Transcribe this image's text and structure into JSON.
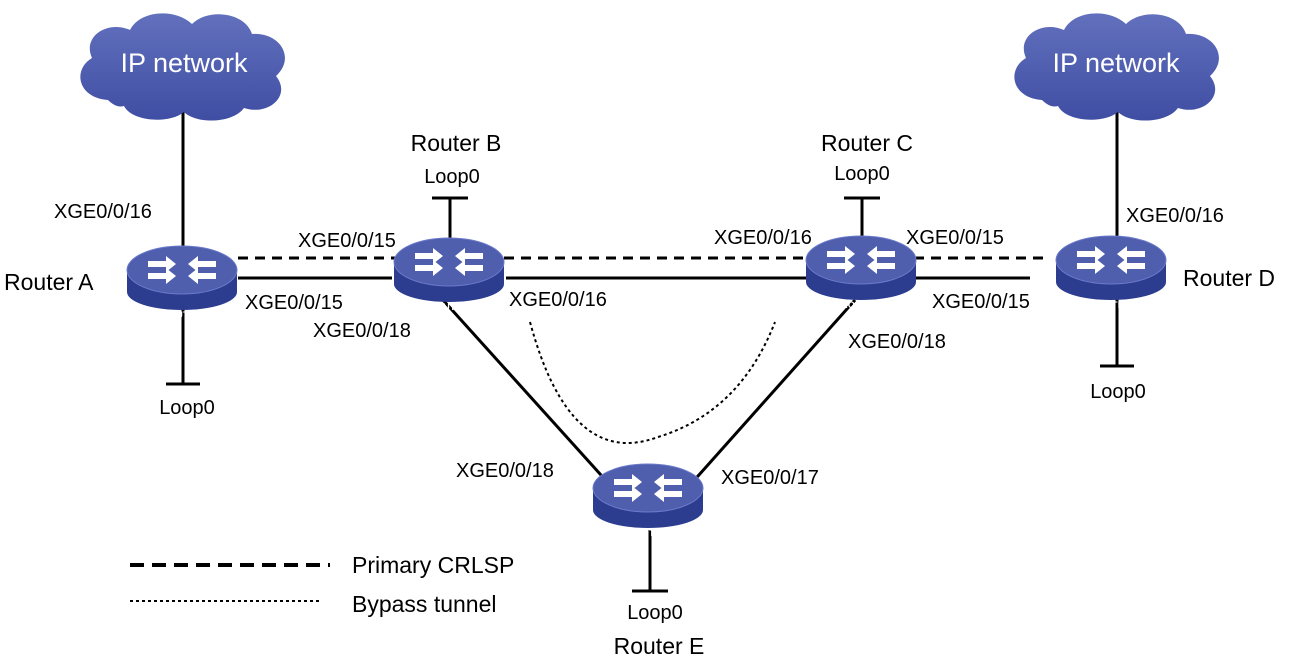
{
  "clouds": {
    "left": "IP network",
    "right": "IP network"
  },
  "routers": {
    "a": {
      "name": "Router A",
      "badge": "ROUTER",
      "loop": "Loop0"
    },
    "b": {
      "name": "Router B",
      "badge": "ROUTER",
      "loop": "Loop0"
    },
    "c": {
      "name": "Router C",
      "badge": "ROUTER",
      "loop": "Loop0"
    },
    "d": {
      "name": "Router D",
      "badge": "ROUTER",
      "loop": "Loop0"
    },
    "e": {
      "name": "Router E",
      "badge": "ROUTER",
      "loop": "Loop0"
    }
  },
  "interfaces": {
    "a_cloud": "XGE0/0/16",
    "a_b": "XGE0/0/15",
    "b_a": "XGE0/0/15",
    "b_c": "XGE0/0/16",
    "b_e": "XGE0/0/18",
    "c_b": "XGE0/0/16",
    "c_d": "XGE0/0/15",
    "c_e": "XGE0/0/18",
    "d_cloud": "XGE0/0/16",
    "d_c": "XGE0/0/15",
    "e_b": "XGE0/0/18",
    "e_c": "XGE0/0/17"
  },
  "legend": {
    "primary": "Primary CRLSP",
    "bypass": "Bypass tunnel"
  },
  "colors": {
    "router_top": "#4f5fae",
    "router_side": "#2c3d8f",
    "cloud": "#4f5fae",
    "link": "#000000"
  }
}
